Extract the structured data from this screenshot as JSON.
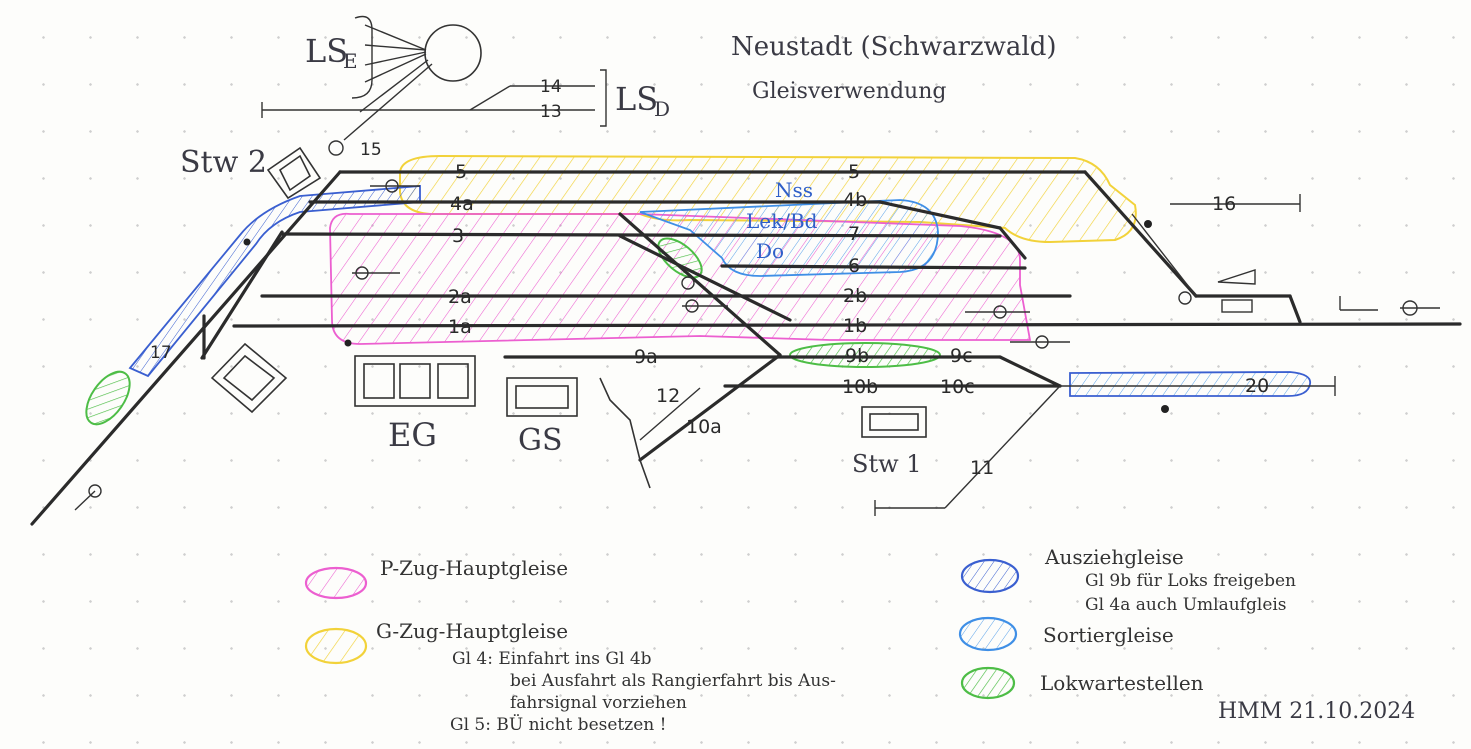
{
  "title": "Neustadt (Schwarzwald)",
  "subtitle": "Gleisverwendung",
  "ls_e": "LS",
  "ls_e_sub": "E",
  "ls_d": "LS",
  "ls_d_sub": "D",
  "stw2": "Stw 2",
  "stw1": "Stw 1",
  "eg": "EG",
  "gs": "GS",
  "tracks": {
    "t14": "14",
    "t13": "13",
    "t15": "15",
    "t16": "16",
    "t17": "17",
    "t5l": "5",
    "t5r": "5",
    "t4a": "4a",
    "t4b": "4b",
    "t3": "3",
    "t7": "7",
    "t6": "6",
    "t2a": "2a",
    "t2b": "2b",
    "t1a": "1a",
    "t1b": "1b",
    "t9a": "9a",
    "t9b": "9b",
    "t9c": "9c",
    "t10a": "10a",
    "t10b": "10b",
    "t10c": "10c",
    "t11": "11",
    "t12": "12",
    "t20": "20"
  },
  "blue_labels": {
    "nss": "Nss",
    "lekbd": "Lek/Bd",
    "do": "Do"
  },
  "legend": {
    "pzug": "P-Zug-Hauptgleise",
    "gzug": "G-Zug-Hauptgleise",
    "gl4_line1": "Gl 4: Einfahrt ins Gl 4b",
    "gl4_line2": "bei Ausfahrt als Rangierfahrt bis Aus-",
    "gl4_line3": "fahrsignal vorziehen",
    "gl5": "Gl 5: BÜ nicht besetzen !",
    "auszieh": "Ausziehgleise",
    "auszieh_note1": "Gl 9b für Loks freigeben",
    "auszieh_note2": "Gl 4a auch Umlaufgleis",
    "sortier": "Sortiergleise",
    "lokwarte": "Lokwartestellen"
  },
  "signature": "HMM 21.10.2024",
  "colors": {
    "pink": "#ec5fd0",
    "yellow": "#f2d23a",
    "navy": "#3a5fd0",
    "blue": "#3f8fe6",
    "green": "#4dbd46"
  }
}
